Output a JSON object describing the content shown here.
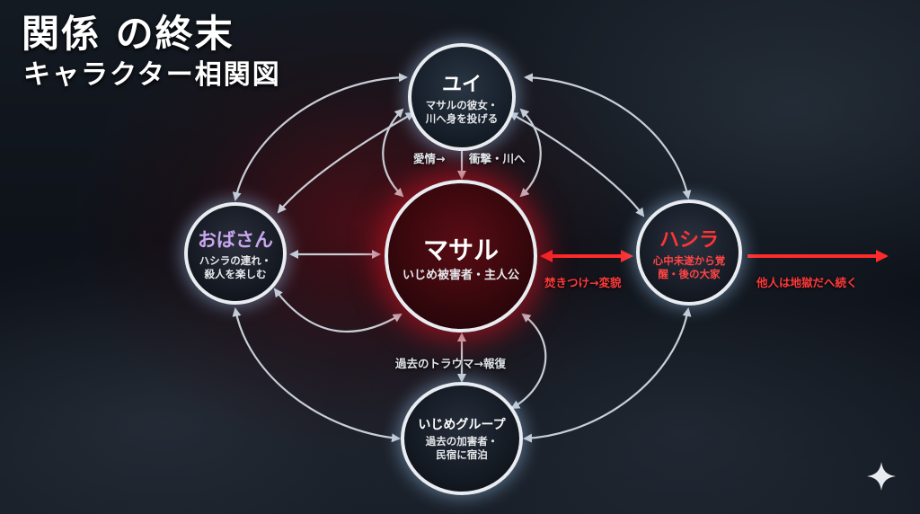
{
  "title": {
    "main": "関係 の終末",
    "sub": "キャラクター相関図"
  },
  "nodes": {
    "yui": {
      "name": "ユイ",
      "desc_line1": "マサルの彼女・",
      "desc_line2": "川へ身を投げる"
    },
    "obasan": {
      "name": "おばさん",
      "desc_line1": "ハシラの連れ・",
      "desc_line2": "殺人を楽しむ"
    },
    "masaru": {
      "name": "マサル",
      "desc_line1": "いじめ被害者・主人公"
    },
    "hashira": {
      "name": "ハシラ",
      "desc_line1": "心中未遂から覚",
      "desc_line2": "醒・後の大家"
    },
    "bully_group": {
      "name": "いじめグループ",
      "desc_line1": "過去の加害者・",
      "desc_line2": "民宿に宿泊"
    }
  },
  "edge_labels": {
    "yui_to_masaru": "愛情→",
    "masaru_to_yui": "衝撃・川へ",
    "bully_masaru": "過去のトラウマ→報復",
    "masaru_hashira": "焚きつけ→変貌",
    "hashira_out": "他人は地獄だへ続く"
  },
  "colors": {
    "accent_red": "#ff3434",
    "link_grey": "#c8ced6",
    "obasan_purple": "#c9a6ee",
    "masaru_fill": "#5a0c14"
  },
  "icons": {
    "corner": "sparkle-icon"
  }
}
